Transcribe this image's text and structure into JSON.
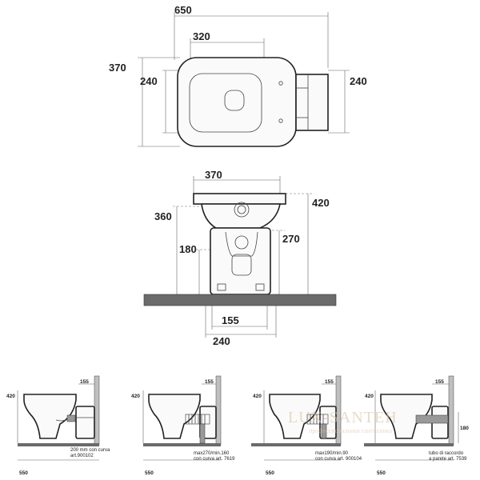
{
  "top_view": {
    "width_overall": "650",
    "width_seat": "320",
    "depth_overall": "370",
    "depth_body": "240",
    "depth_tank": "240"
  },
  "front_view": {
    "width_top": "370",
    "height_total": "420",
    "height_outlet": "360",
    "height_rim": "270",
    "height_floor_outlet": "180",
    "foot_width": "155",
    "base_width": "240"
  },
  "installations": [
    {
      "top_dim": "155",
      "left_height": "420",
      "depth": "550",
      "note_lines": [
        "200 mm con curva",
        "art.900102"
      ],
      "right_dim": ""
    },
    {
      "top_dim": "155",
      "left_height": "420",
      "depth": "550",
      "note_lines": [
        "max270/min.160",
        "con curva art. 7619"
      ],
      "right_dim": ""
    },
    {
      "top_dim": "155",
      "left_height": "420",
      "depth": "550",
      "note_lines": [
        "max190/min.90",
        "con curva art. 900104"
      ],
      "right_dim": ""
    },
    {
      "top_dim": "155",
      "left_height": "420",
      "depth": "550",
      "note_lines": [
        "tubo di raccordo",
        "a parete art. 7539"
      ],
      "right_dim": "180"
    }
  ],
  "watermark": {
    "brand": "LUX-SANTEH",
    "sub": "профессиональная сантехника"
  }
}
